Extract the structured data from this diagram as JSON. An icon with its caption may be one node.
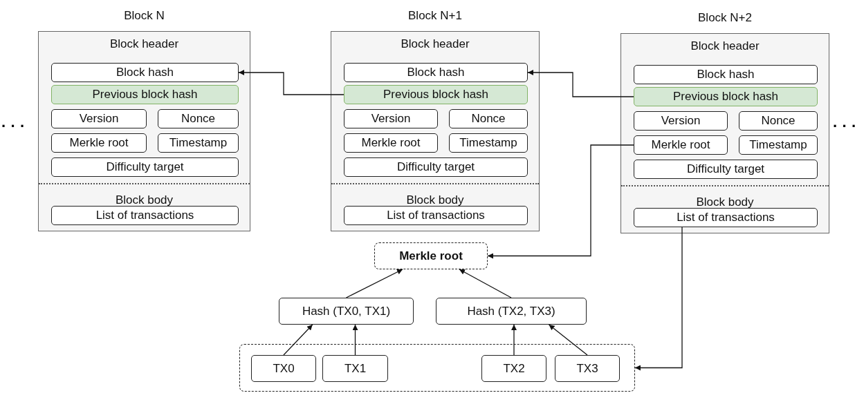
{
  "diagram": {
    "nodes": [
      {
        "text": [
          "Block N",
          "Block header",
          "Block body"
        ]
      },
      {
        "text": [
          "Block hash"
        ],
        "in": 0
      },
      {
        "text": [
          "Previous block hash"
        ],
        "in": 0
      },
      {
        "text": [
          "Version"
        ],
        "in": 0
      },
      {
        "text": [
          "Nonce"
        ],
        "in": 0
      },
      {
        "text": [
          "Merkle root"
        ],
        "in": 0
      },
      {
        "text": [
          "Timestamp"
        ],
        "in": 0
      },
      {
        "text": [
          "Difficulty target"
        ],
        "in": 0
      },
      {
        "text": [
          "List of transactions"
        ],
        "in": 0
      },
      {
        "text": [
          "Block N+1",
          "Block header",
          "Block body"
        ]
      },
      {
        "text": [
          "Block hash"
        ],
        "in": 9
      },
      {
        "text": [
          "Previous block hash"
        ],
        "in": 9
      },
      {
        "text": [
          "Version"
        ],
        "in": 9
      },
      {
        "text": [
          "Nonce"
        ],
        "in": 9
      },
      {
        "text": [
          "Merkle root"
        ],
        "in": 9
      },
      {
        "text": [
          "Timestamp"
        ],
        "in": 9
      },
      {
        "text": [
          "Difficulty target"
        ],
        "in": 9
      },
      {
        "text": [
          "List of transactions"
        ],
        "in": 9
      },
      {
        "text": [
          "Block N+2",
          "Block header",
          "Block body"
        ]
      },
      {
        "text": [
          "Block hash"
        ],
        "in": 18
      },
      {
        "text": [
          "Previous block hash"
        ],
        "in": 18
      },
      {
        "text": [
          "Version"
        ],
        "in": 18
      },
      {
        "text": [
          "Nonce"
        ],
        "in": 18
      },
      {
        "text": [
          "Merkle root"
        ],
        "in": 18
      },
      {
        "text": [
          "Timestamp"
        ],
        "in": 18
      },
      {
        "text": [
          "Difficulty target"
        ],
        "in": 18
      },
      {
        "text": [
          "List of transactions"
        ],
        "in": 18
      },
      {
        "text": [
          "Merkle root"
        ]
      },
      {
        "text": [
          "Hash (TX0, TX1)"
        ]
      },
      {
        "text": [
          "Hash (TX2, TX3)"
        ]
      },
      {
        "text": [],
        "shape": "box"
      },
      {
        "text": [
          "TX0"
        ],
        "in": 30
      },
      {
        "text": [
          "TX1"
        ],
        "in": 30
      },
      {
        "text": [
          "TX2"
        ],
        "in": 30
      },
      {
        "text": [
          "TX3"
        ],
        "in": 30
      }
    ],
    "edges": [
      {
        "from": 11,
        "to": 1,
        "arrow": "to"
      },
      {
        "from": 20,
        "to": 10,
        "arrow": "to"
      },
      {
        "from": 23,
        "to": 27,
        "arrow": "to"
      },
      {
        "from": 26,
        "to": 30,
        "arrow": "to"
      },
      {
        "from": 28,
        "to": 27,
        "arrow": "to"
      },
      {
        "from": 29,
        "to": 27,
        "arrow": "to"
      },
      {
        "from": 31,
        "to": 28,
        "arrow": "to"
      },
      {
        "from": 32,
        "to": 28,
        "arrow": "to"
      },
      {
        "from": 33,
        "to": 29,
        "arrow": "to"
      },
      {
        "from": 34,
        "to": 29,
        "arrow": "to"
      }
    ],
    "labels": [
      "· · ·",
      "· · ·"
    ]
  }
}
